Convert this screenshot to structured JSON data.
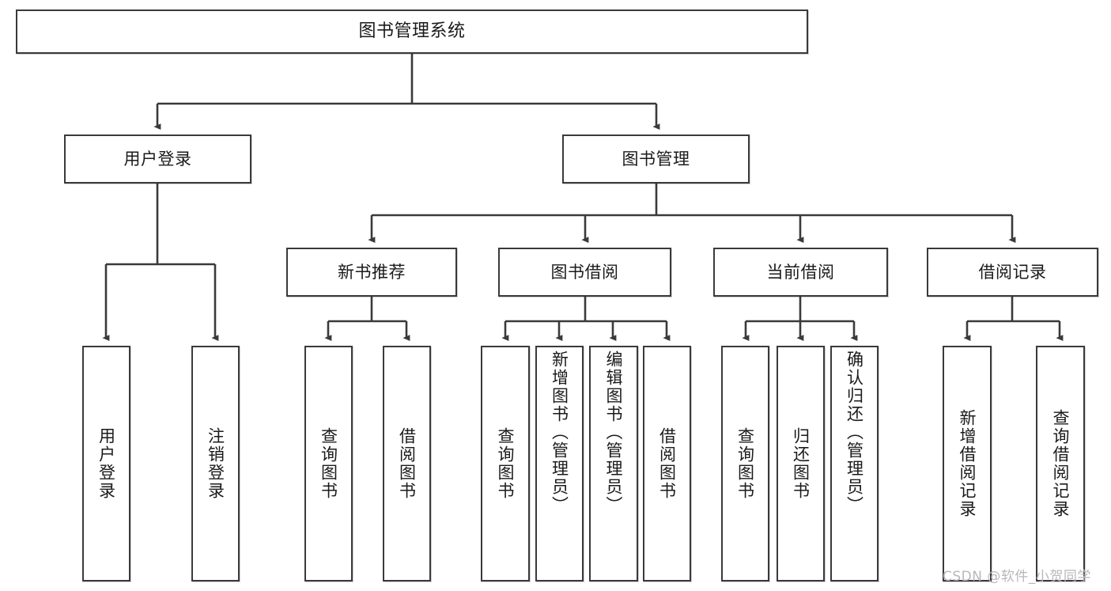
{
  "diagram": {
    "title": "图书管理系统",
    "type": "tree",
    "watermark": "CSDN @软件_小贺同学",
    "colors": {
      "box_border": "#3a3a3a",
      "box_fill": "#ffffff",
      "connector": "#3a3a3a",
      "text": "#1a1a1a",
      "watermark": "#b8b8b8"
    },
    "nodes": {
      "root": {
        "label": "图书管理系统"
      },
      "level2": [
        {
          "id": "user-login",
          "label": "用户登录"
        },
        {
          "id": "book-manage",
          "label": "图书管理"
        }
      ],
      "level3": [
        {
          "id": "new-book-recommend",
          "label": "新书推荐"
        },
        {
          "id": "book-borrow",
          "label": "图书借阅"
        },
        {
          "id": "current-borrow",
          "label": "当前借阅"
        },
        {
          "id": "borrow-record",
          "label": "借阅记录"
        }
      ],
      "leaves": {
        "user_login": [
          {
            "id": "leaf-user-login",
            "label": "用户登录"
          },
          {
            "id": "leaf-logout-login",
            "label": "注销登录"
          }
        ],
        "new_book_recommend": [
          {
            "id": "leaf-query-book-1",
            "label": "查询图书"
          },
          {
            "id": "leaf-borrow-book-1",
            "label": "借阅图书"
          }
        ],
        "book_borrow": [
          {
            "id": "leaf-query-book-2",
            "label": "查询图书"
          },
          {
            "id": "leaf-add-book",
            "label": "新增图书（管理员）"
          },
          {
            "id": "leaf-edit-book",
            "label": "编辑图书（管理员）"
          },
          {
            "id": "leaf-borrow-book-2",
            "label": "借阅图书"
          }
        ],
        "current_borrow": [
          {
            "id": "leaf-query-book-3",
            "label": "查询图书"
          },
          {
            "id": "leaf-return-book",
            "label": "归还图书"
          },
          {
            "id": "leaf-confirm-return",
            "label": "确认归还（管理员）"
          }
        ],
        "borrow_record": [
          {
            "id": "leaf-add-borrow-record",
            "label": "新增借阅记录"
          },
          {
            "id": "leaf-query-borrow-record",
            "label": "查询借阅记录"
          }
        ]
      }
    }
  }
}
